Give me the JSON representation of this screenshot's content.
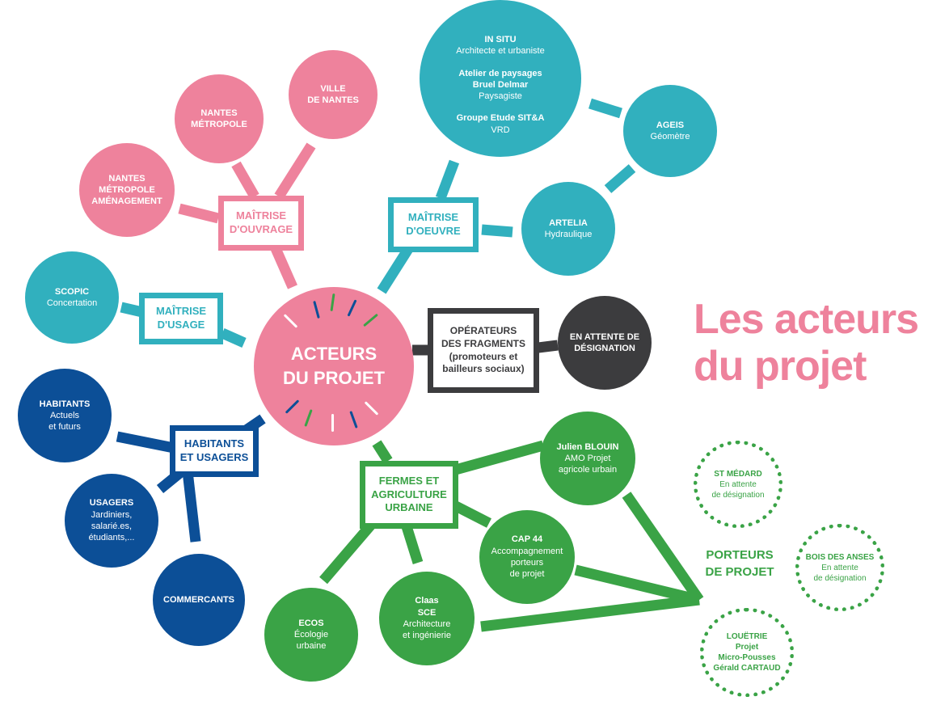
{
  "title": "Les acteurs\ndu projet",
  "center": {
    "label": "ACTEURS\nDU PROJET"
  },
  "groups": {
    "ouvrage": "MAÎTRISE\nD'OUVRAGE",
    "oeuvre": "MAÎTRISE\nD'OEUVRE",
    "usage": "MAÎTRISE\nD'USAGE",
    "habitants": "HABITANTS\nET USAGERS",
    "fermes": "FERMES ET\nAGRICULTURE\nURBAINE",
    "operateurs": "OPÉRATEURS\nDES FRAGMENTS\n(promoteurs et\nbailleurs sociaux)",
    "porteurs": "PORTEURS\nDE PROJET"
  },
  "nodes": {
    "ville_nantes": {
      "line1": "VILLE",
      "line2": "DE NANTES"
    },
    "nantes_metropole": {
      "line1": "NANTES",
      "line2": "MÉTROPOLE"
    },
    "nm_amenagement": {
      "line1": "NANTES",
      "line2": "MÉTROPOLE",
      "line3": "AMÉNAGEMENT"
    },
    "in_situ": {
      "name1": "IN SITU",
      "role1": "Architecte et urbaniste",
      "name2a": "Atelier de paysages",
      "name2b": "Bruel Delmar",
      "role2": "Paysagiste",
      "name3": "Groupe Etude SIT&A",
      "role3": "VRD"
    },
    "ageis": {
      "name": "AGEIS",
      "role": "Géomètre"
    },
    "artelia": {
      "name": "ARTELIA",
      "role": "Hydraulique"
    },
    "scopic": {
      "name": "SCOPIC",
      "role": "Concertation"
    },
    "en_attente": {
      "line1": "EN ATTENTE DE",
      "line2": "DÉSIGNATION"
    },
    "habitants": {
      "name": "HABITANTS",
      "role1": "Actuels",
      "role2": "et futurs"
    },
    "usagers": {
      "name": "USAGERS",
      "role1": "Jardiniers,",
      "role2": "salarié.es,",
      "role3": "étudiants,..."
    },
    "commercants": {
      "name": "COMMERCANTS"
    },
    "julien": {
      "name": "Julien BLOUIN",
      "role1": "AMO Projet",
      "role2": "agricole urbain"
    },
    "cap44": {
      "name": "CAP 44",
      "role1": "Accompagnement",
      "role2": "porteurs",
      "role3": "de projet"
    },
    "claas": {
      "name1": "Claas",
      "name2": "SCE",
      "role1": "Architecture",
      "role2": "et ingénierie"
    },
    "ecos": {
      "name": "ECOS",
      "role1": "Écologie",
      "role2": "urbaine"
    },
    "st_medard": {
      "name": "ST MÉDARD",
      "role1": "En attente",
      "role2": "de désignation"
    },
    "bois_anses": {
      "name": "BOIS DES ANSES",
      "role1": "En attente",
      "role2": "de désignation"
    },
    "louetrie": {
      "name1": "LOUËTRIE",
      "name2": "Projet",
      "name3": "Micro-Pousses",
      "name4": "Gérald CARTAUD"
    }
  },
  "colors": {
    "pink": "#ee829c",
    "teal": "#31b0be",
    "navy": "#0c4f97",
    "green": "#3aa346",
    "dark": "#3c3c3e"
  }
}
